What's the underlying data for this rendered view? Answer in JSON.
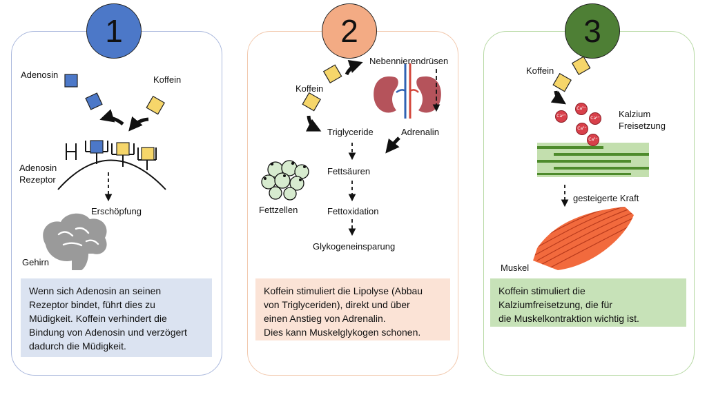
{
  "panels": [
    {
      "number": "1",
      "labels": {
        "adenosin": "Adenosin",
        "koffein": "Koffein",
        "rezeptor_line1": "Adenosin",
        "rezeptor_line2": "Rezeptor",
        "erschoepfung": "Erschöpfung",
        "gehirn": "Gehirn"
      },
      "note": [
        "Wenn sich Adenosin an seinen",
        "Rezeptor bindet, führt dies zu",
        "Müdigkeit. Koffein verhindert die",
        "Bindung von Adenosin und verzögert",
        "dadurch die Müdigkeit."
      ]
    },
    {
      "number": "2",
      "labels": {
        "koffein": "Koffein",
        "nebennierendruesen": "Nebennierendrüsen",
        "triglyceride": "Triglyceride",
        "adrenalin": "Adrenalin",
        "fettsaeuren": "Fettsäuren",
        "fettzellen": "Fettzellen",
        "fettoxidation": "Fettoxidation",
        "glykogeneinsparung": "Glykogeneinsparung"
      },
      "note": [
        "Koffein stimuliert die Lipolyse (Abbau",
        "von Triglyceriden), direkt und über",
        "einen Anstieg von Adrenalin.",
        "Dies kann Muskelglykogen schonen."
      ]
    },
    {
      "number": "3",
      "labels": {
        "koffein": "Koffein",
        "kalzium_line1": "Kalzium",
        "kalzium_line2": "Freisetzung",
        "kraft": "gesteigerte Kraft",
        "muskel": "Muskel",
        "ca_ion": "Ca²⁺"
      },
      "note": [
        "Koffein stimuliert die",
        "Kalziumfreisetzung, die für",
        "die Muskelkontraktion wichtig ist."
      ]
    }
  ],
  "colors": {
    "panel1_accent": "#4c78c8",
    "panel2_accent": "#f3ab84",
    "panel3_accent": "#4e7f35",
    "adenosin_square": "#4c78c8",
    "koffein_square": "#f6d66a",
    "note1_bg": "#dbe3f1",
    "note2_bg": "#fbe3d6",
    "note3_bg": "#c7e2b8",
    "kidney": "#b5535b",
    "calcium": "#d8404a",
    "muscle": "#f26a3d",
    "myofibril": "#4e8b2c",
    "fat_cell": "#d7ebcf"
  },
  "icons": [
    "adenosin-square",
    "koffein-square",
    "curved-arrow",
    "kidney-icon",
    "fat-cells-icon",
    "brain-icon",
    "calcium-ion-icon",
    "myofibril-icon",
    "muscle-icon"
  ]
}
